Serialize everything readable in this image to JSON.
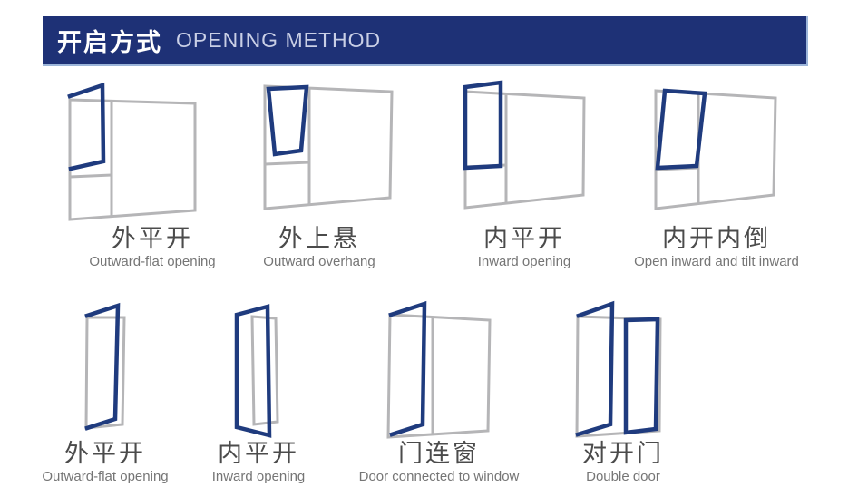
{
  "header": {
    "title_zh": "开启方式",
    "title_en": "OPENING METHOD"
  },
  "colors": {
    "background": "#ffffff",
    "header_bg": "#1e3176",
    "header_edge": "#9cb5d9",
    "header_text": "#ffffff",
    "header_subtext": "#c9cfe6",
    "sash_blue": "#1f3b7e",
    "frame_gray": "#b5b5b7",
    "label_zh_color": "#4b4b4b",
    "label_en_color": "#757575"
  },
  "diagrams": {
    "row1": [
      {
        "zh": "外平开",
        "en": "Outward-flat opening",
        "icon": "outward-flat-window-icon"
      },
      {
        "zh": "外上悬",
        "en": "Outward overhang",
        "icon": "top-hung-window-icon"
      },
      {
        "zh": "内平开",
        "en": "Inward opening",
        "icon": "inward-window-icon"
      },
      {
        "zh": "内开内倒",
        "en": "Open inward and tilt inward",
        "icon": "tilt-turn-window-icon"
      }
    ],
    "row2": [
      {
        "zh": "外平开",
        "en": "Outward-flat opening",
        "icon": "outward-door-icon"
      },
      {
        "zh": "内平开",
        "en": "Inward opening",
        "icon": "inward-door-icon"
      },
      {
        "zh": "门连窗",
        "en": "Door connected to window",
        "icon": "door-connected-window-icon"
      },
      {
        "zh": "对开门",
        "en": "Double door",
        "icon": "double-door-icon"
      }
    ]
  }
}
